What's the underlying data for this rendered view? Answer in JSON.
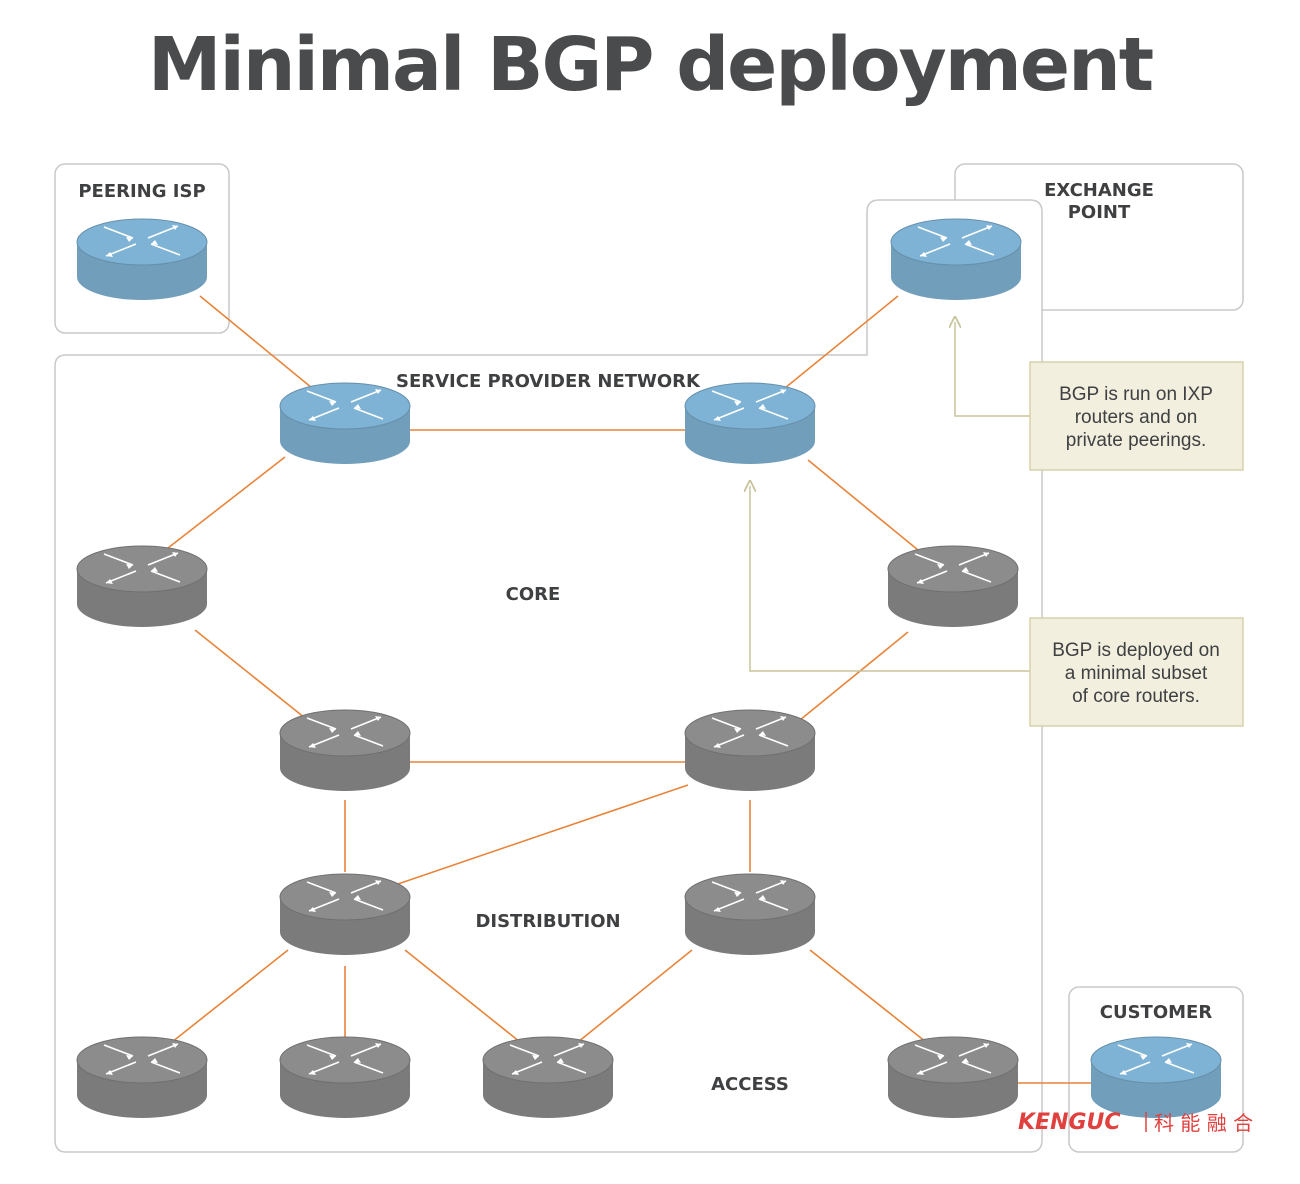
{
  "title": "Minimal BGP deployment",
  "zones": {
    "peering_isp": "PEERING ISP",
    "exchange_point": [
      "EXCHANGE",
      "POINT"
    ],
    "service_provider": "SERVICE PROVIDER NETWORK",
    "core": "CORE",
    "distribution": "DISTRIBUTION",
    "access": "ACCESS",
    "customer": "CUSTOMER"
  },
  "notes": {
    "ixp": [
      "BGP is run on IXP",
      "routers and on",
      "private peerings."
    ],
    "core": [
      "BGP is deployed on",
      "a minimal subset",
      "of core routers."
    ]
  },
  "watermark": {
    "latin": "KENGUC",
    "chinese": "科 能 融 合"
  },
  "colors": {
    "bgp_router": "#7fb3d5",
    "router": "#8c8c8c",
    "link": "#e8843a",
    "note_bg": "#f2efdf",
    "note_border": "#d8d2a8",
    "frame": "#c9c9c9"
  }
}
